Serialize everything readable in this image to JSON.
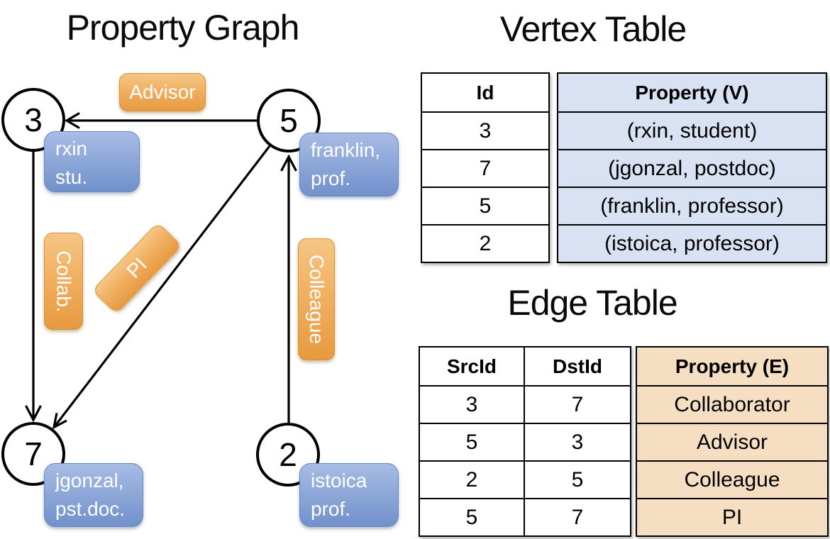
{
  "titles": {
    "property_graph": "Property Graph",
    "vertex_table": "Vertex Table",
    "edge_table": "Edge Table"
  },
  "graph": {
    "nodes": [
      {
        "id": "3",
        "property_line1": "rxin",
        "property_line2": "stu."
      },
      {
        "id": "5",
        "property_line1": "franklin,",
        "property_line2": "prof."
      },
      {
        "id": "7",
        "property_line1": "jgonzal,",
        "property_line2": "pst.doc."
      },
      {
        "id": "2",
        "property_line1": "istoica",
        "property_line2": "prof."
      }
    ],
    "edge_labels": {
      "advisor": "Advisor",
      "collab": "Collab.",
      "pi": "PI",
      "colleague": "Colleague"
    }
  },
  "vertex_table": {
    "headers": {
      "id": "Id",
      "property": "Property (V)"
    },
    "rows": [
      {
        "id": "3",
        "property": "(rxin, student)"
      },
      {
        "id": "7",
        "property": "(jgonzal, postdoc)"
      },
      {
        "id": "5",
        "property": "(franklin, professor)"
      },
      {
        "id": "2",
        "property": "(istoica, professor)"
      }
    ]
  },
  "edge_table": {
    "headers": {
      "src": "SrcId",
      "dst": "DstId",
      "property": "Property (E)"
    },
    "rows": [
      {
        "src": "3",
        "dst": "7",
        "property": "Collaborator"
      },
      {
        "src": "5",
        "dst": "3",
        "property": "Advisor"
      },
      {
        "src": "2",
        "dst": "5",
        "property": "Colleague"
      },
      {
        "src": "5",
        "dst": "7",
        "property": "PI"
      }
    ]
  },
  "colors": {
    "edge_label_orange_top": "#F6C685",
    "edge_label_orange_bottom": "#E79A3F",
    "vertex_label_blue_top": "#A8BCE4",
    "vertex_label_blue_bottom": "#7191CB",
    "vertex_property_cell_fill": "#D9E2F3",
    "edge_property_cell_fill": "#F6DEC3",
    "line_color": "#000000"
  }
}
